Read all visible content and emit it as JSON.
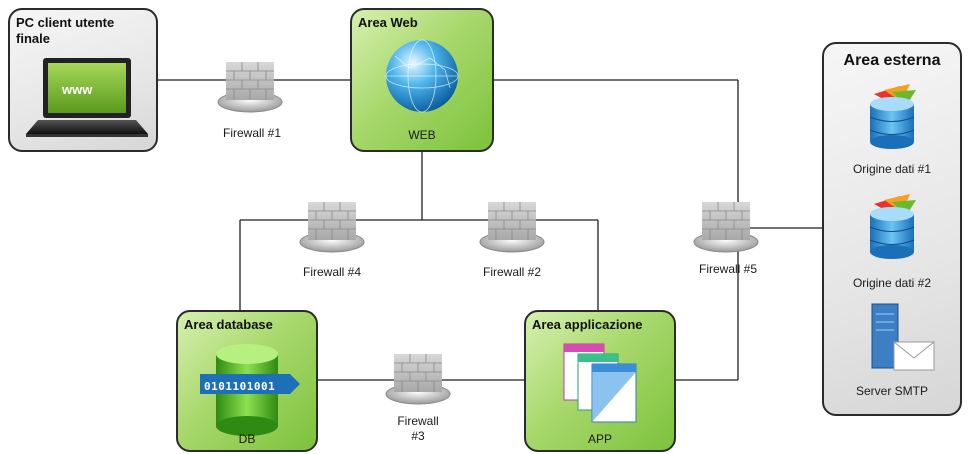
{
  "areas": {
    "pc_client": "PC client utente finale",
    "web": "Area Web",
    "external": "Area esterna",
    "database": "Area database",
    "app": "Area applicazione"
  },
  "nodes": {
    "laptop_screen_text": "www",
    "web": "WEB",
    "db": "DB",
    "db_bits": "0101101001",
    "app": "APP",
    "origin1": "Origine dati #1",
    "origin2": "Origine dati #2",
    "smtp": "Server SMTP"
  },
  "firewalls": {
    "fw1": "Firewall #1",
    "fw2": "Firewall  #2",
    "fw3_line1": "Firewall",
    "fw3_line2": "#3",
    "fw4": "Firewall  #4",
    "fw5": "Firewall #5"
  },
  "colors": {
    "area_green": "#8ccc4c",
    "area_grey": "#e8e8e8",
    "border": "#2b2b2b",
    "line": "#1f1f1f"
  }
}
